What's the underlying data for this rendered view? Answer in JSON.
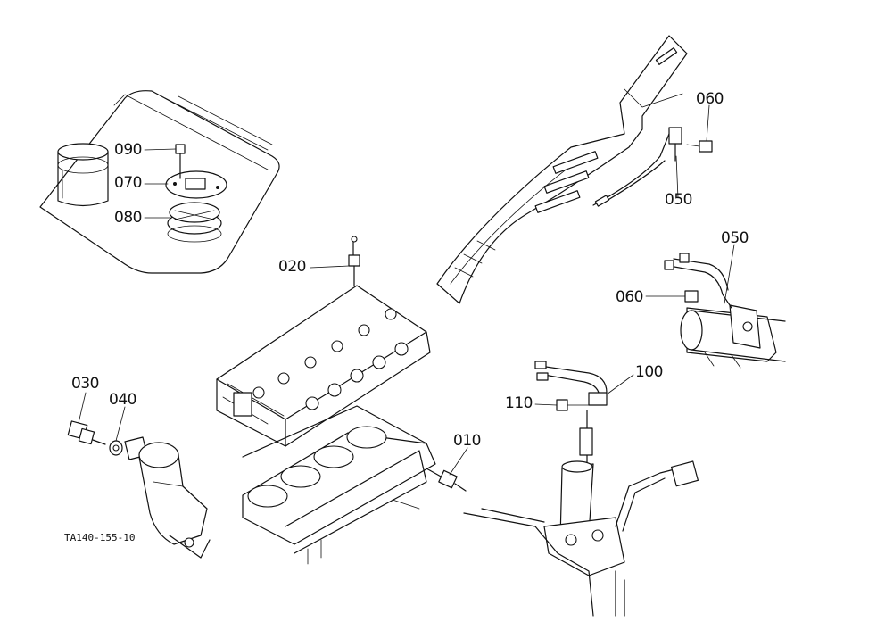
{
  "callouts": {
    "c090": "090",
    "c070": "070",
    "c080": "080",
    "c020": "020",
    "c030": "030",
    "c040": "040",
    "c010": "010",
    "c060_top": "060",
    "c050_top": "050",
    "c050_right": "050",
    "c060_right": "060",
    "c100": "100",
    "c110": "110"
  },
  "figure_id": "TA140-155-10",
  "colors": {
    "ink": "#111111",
    "paper": "#ffffff"
  }
}
